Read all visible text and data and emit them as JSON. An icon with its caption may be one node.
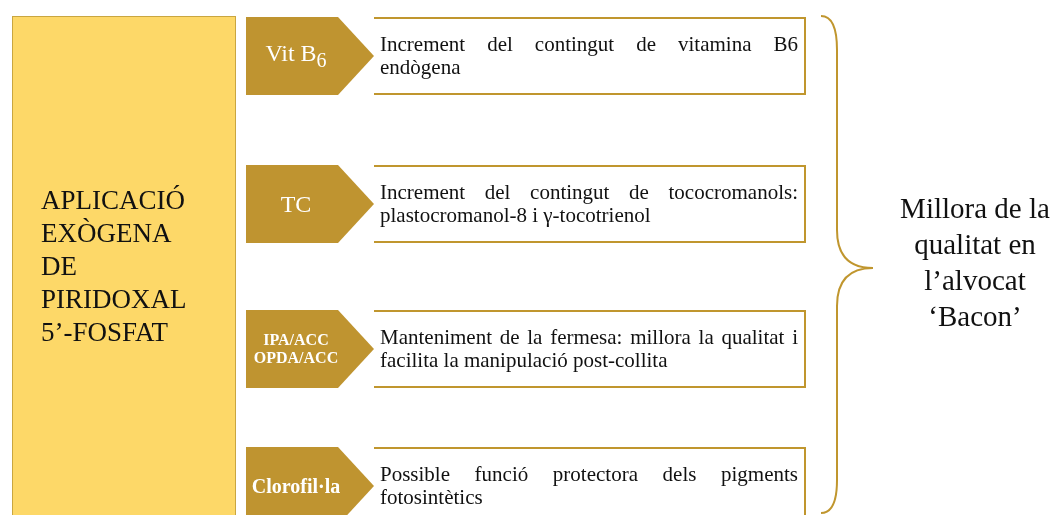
{
  "diagram": {
    "nodes": [
      {
        "text": [
          "APLICACIÓ EXÒGENA DE PIRIDOXAL 5’-FOSFAT"
        ]
      },
      {
        "text": [
          "Vit B$_{6}$"
        ]
      },
      {
        "text": [
          "Increment del contingut de vitamina B6 endògena"
        ]
      },
      {
        "text": [
          "TC"
        ]
      },
      {
        "text": [
          "Increment del contingut de tococromanols: plastocromanol-8 i γ-tocotrienol"
        ]
      },
      {
        "text": [
          "IPA/ACC OPDA/ACC"
        ]
      },
      {
        "text": [
          "Manteniment de la fermesa: millora la qualitat i facilita la manipulació post-collita"
        ]
      },
      {
        "text": [
          "Clorofil·la"
        ]
      },
      {
        "text": [
          "Possible funció protectora dels pigments fotosintètics"
        ]
      }
    ],
    "labels": [
      "Millora de la qualitat en l’alvocat ‘Bacon’"
    ]
  }
}
